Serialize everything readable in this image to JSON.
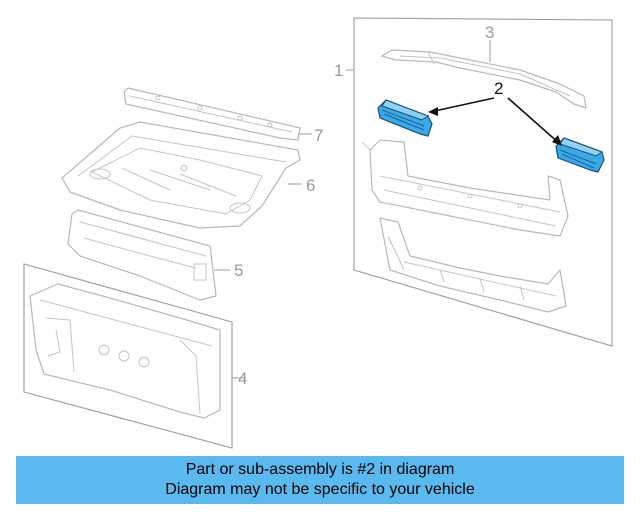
{
  "diagram": {
    "callouts": {
      "c1": "1",
      "c2": "2",
      "c3": "3",
      "c4": "4",
      "c5": "5",
      "c6": "6",
      "c7": "7"
    },
    "highlight_color": "#3aa8e6",
    "banner_color": "#5ab9ee"
  },
  "banner": {
    "line1": "Part or sub-assembly is #2 in diagram",
    "line2": "Diagram may not be specific to your vehicle"
  }
}
